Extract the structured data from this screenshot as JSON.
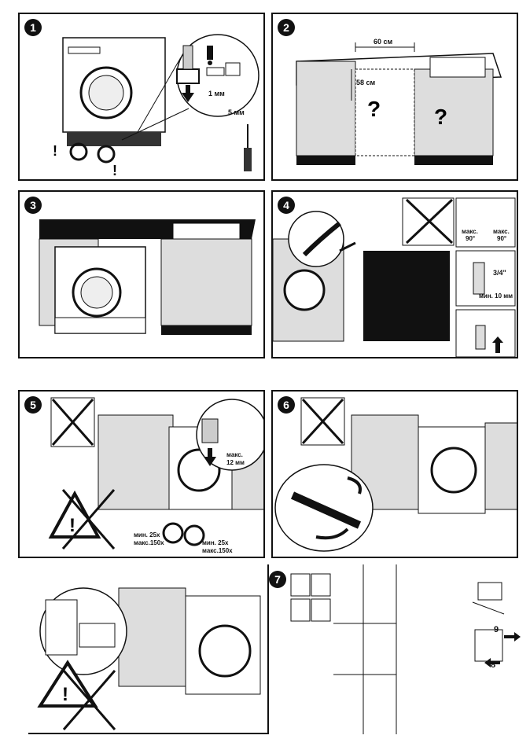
{
  "panels": [
    {
      "number": "1",
      "labels": {
        "gap": "1 мм",
        "screwdriver": "5 мм"
      }
    },
    {
      "number": "2",
      "labels": {
        "width": "60 см",
        "depth": "58 см"
      }
    },
    {
      "number": "3"
    },
    {
      "number": "4",
      "labels": {
        "max_left": "макс.",
        "deg_left": "90°",
        "max_right": "макс.",
        "deg_right": "90°",
        "thread": "3/4\"",
        "min_len": "мин. 10 мм"
      }
    },
    {
      "number": "5",
      "labels": {
        "max": "макс.",
        "max_val": "12 мм",
        "turns1_min": "мин. 25x",
        "turns1_max": "макс.150x",
        "turns2_min": "мин. 25x",
        "turns2_max": "макс.150x"
      }
    },
    {
      "number": "6"
    },
    {
      "number": "7",
      "labels": {
        "arrow9": "9",
        "arrow8": "8"
      }
    }
  ]
}
